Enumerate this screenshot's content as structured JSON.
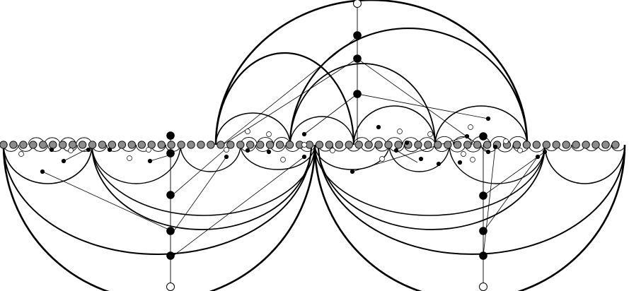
{
  "figure": {
    "title": "",
    "description": "",
    "palette": {
      "background": "#ffffff",
      "stroke": "#000000",
      "axis_node_fill": "#8c8c8c",
      "filled_node": "#000000",
      "open_node": "#ffffff"
    },
    "node_kinds": [
      "axis-node",
      "filled-node",
      "open-node"
    ]
  }
}
